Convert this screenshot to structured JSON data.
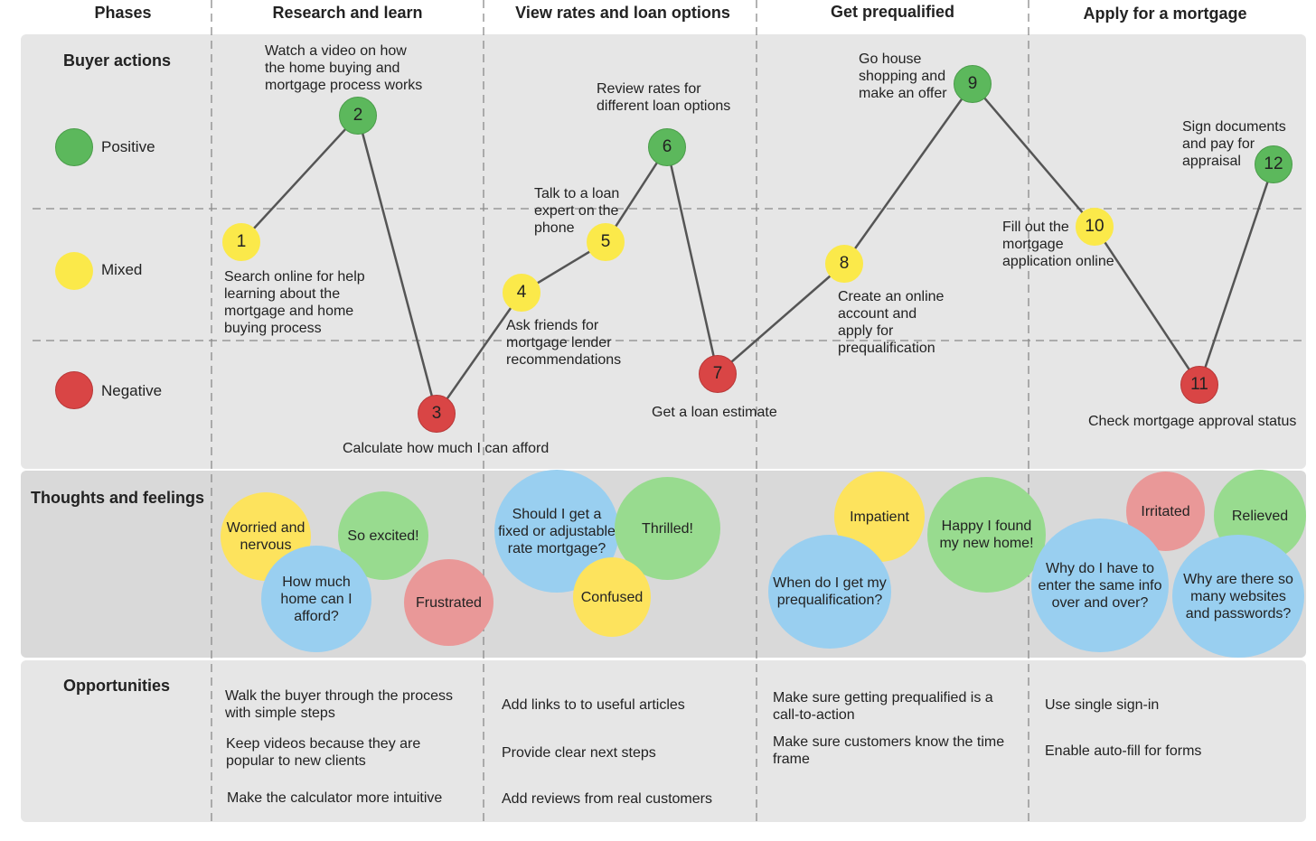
{
  "colors": {
    "positive": "#5cb85c",
    "mixed": "#fbe94a",
    "negative": "#d94545",
    "band_light": "#e6e6e6",
    "band_dark": "#d9d9d9",
    "bubble_yellow": "#fde35d",
    "bubble_green": "#98db8f",
    "bubble_red": "#e99898",
    "bubble_blue": "#99cff0"
  },
  "headers": {
    "phases": "Phases",
    "research": "Research and learn",
    "view": "View rates and loan options",
    "prequal": "Get prequalified",
    "apply": "Apply for a mortgage"
  },
  "rows": {
    "buyer_actions": "Buyer actions",
    "thoughts": "Thoughts and feelings",
    "opportunities": "Opportunities"
  },
  "legend": {
    "positive": "Positive",
    "mixed": "Mixed",
    "negative": "Negative"
  },
  "steps": [
    {
      "num": "1",
      "sentiment": "mixed",
      "text": "Search online for help\nlearning about the\nmortgage and home\nbuying process"
    },
    {
      "num": "2",
      "sentiment": "positive",
      "text": "Watch a video on how\nthe home buying and\nmortgage process works"
    },
    {
      "num": "3",
      "sentiment": "negative",
      "text": "Calculate how much I can afford"
    },
    {
      "num": "4",
      "sentiment": "mixed",
      "text": "Ask friends for\nmortgage lender\nrecommendations"
    },
    {
      "num": "5",
      "sentiment": "mixed",
      "text": "Talk to a loan\nexpert on the\nphone"
    },
    {
      "num": "6",
      "sentiment": "positive",
      "text": "Review rates for\ndifferent loan options"
    },
    {
      "num": "7",
      "sentiment": "negative",
      "text": "Get a loan estimate"
    },
    {
      "num": "8",
      "sentiment": "mixed",
      "text": "Create an online\naccount and\napply for\nprequalification"
    },
    {
      "num": "9",
      "sentiment": "positive",
      "text": "Go house\nshopping and\nmake an offer"
    },
    {
      "num": "10",
      "sentiment": "mixed",
      "text": "Fill out the\nmortgage\napplication online"
    },
    {
      "num": "11",
      "sentiment": "negative",
      "text": "Check mortgage approval status"
    },
    {
      "num": "12",
      "sentiment": "positive",
      "text": "Sign documents\nand pay for\nappraisal"
    }
  ],
  "feelings": [
    {
      "text": "Worried and\nnervous",
      "color": "yellow"
    },
    {
      "text": "So excited!",
      "color": "green"
    },
    {
      "text": "How much\nhome can I\nafford?",
      "color": "blue"
    },
    {
      "text": "Frustrated",
      "color": "red"
    },
    {
      "text": "Should I get a\nfixed or adjustable\nrate mortgage?",
      "color": "blue"
    },
    {
      "text": "Thrilled!",
      "color": "green"
    },
    {
      "text": "Confused",
      "color": "yellow"
    },
    {
      "text": "Impatient",
      "color": "yellow"
    },
    {
      "text": "Happy I found\nmy new home!",
      "color": "green"
    },
    {
      "text": "When do I get my\nprequalification?",
      "color": "blue"
    },
    {
      "text": "Irritated",
      "color": "red"
    },
    {
      "text": "Relieved",
      "color": "green"
    },
    {
      "text": "Why do I have to\nenter the same info\nover and over?",
      "color": "blue"
    },
    {
      "text": "Why are there so\nmany websites\nand passwords?",
      "color": "blue"
    }
  ],
  "opportunities": [
    "Walk the buyer through the process\nwith simple steps",
    "Keep videos because they are\npopular to new clients",
    "Make the calculator more intuitive",
    "Add links to to useful articles",
    "Provide clear next steps",
    "Add reviews from real customers",
    "Make sure getting prequalified is a\ncall-to-action",
    "Make sure customers know the time\nframe",
    "Use single sign-in",
    "Enable auto-fill for forms"
  ]
}
